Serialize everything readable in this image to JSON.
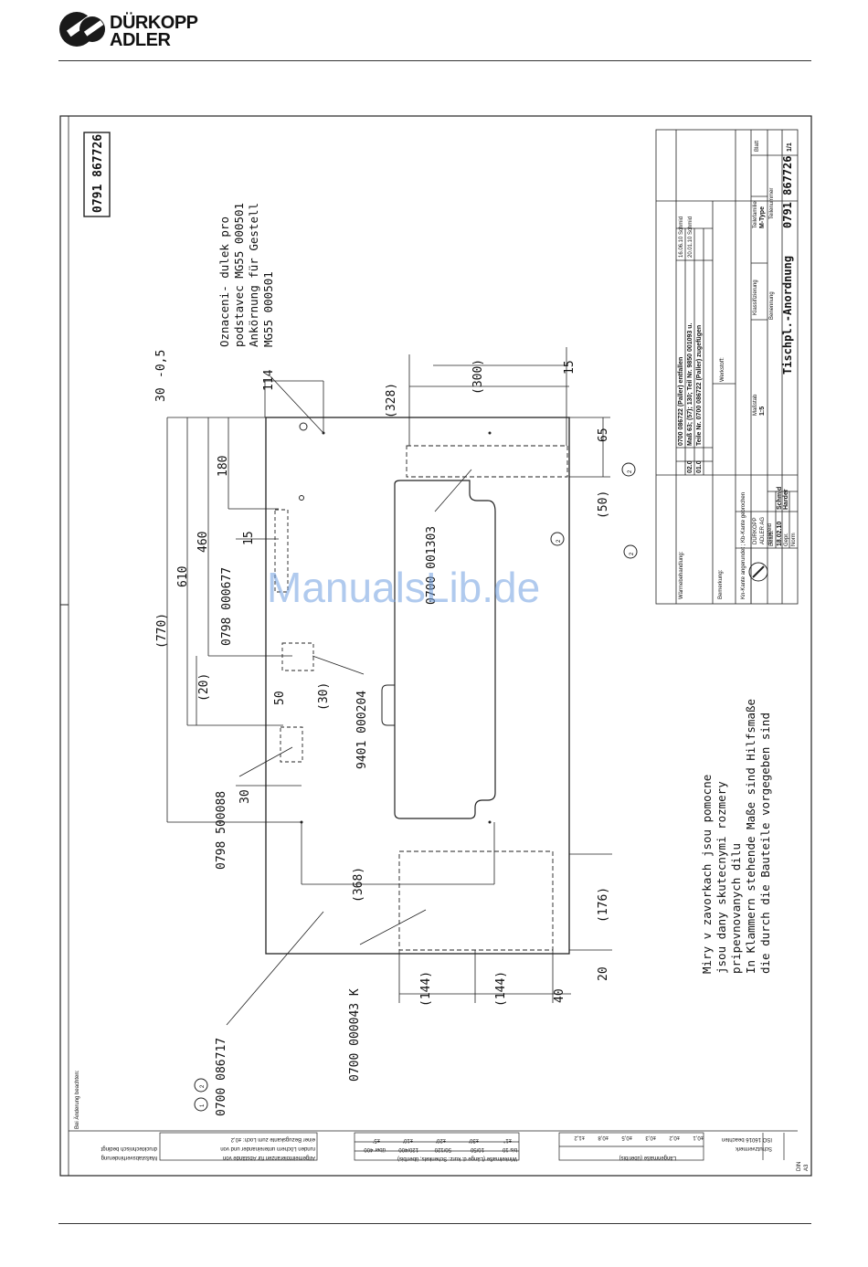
{
  "header": {
    "brand_line1": "DÜRKOPP",
    "brand_line2": "ADLER"
  },
  "watermark": "ManualsLib.de",
  "drawing": {
    "number_box": "0791 867726",
    "note_cz": [
      "Oznaceni- dulek pro",
      "podstavec MG55 000501"
    ],
    "note_de": [
      "Ankörnung für Gestell",
      "MG55 000501"
    ],
    "aux_note": [
      "Miry v zavorkach jsou pomocne",
      "jsou dany skutecnymi rozmery",
      "pripevnovanych dilu",
      "In Klammern stehende Maße sind Hilfsmaße",
      "die durch die Bauteile vorgegeben sind"
    ],
    "bottom_label": "Bei Änderung beachten:",
    "dims": {
      "d30": "30",
      "d30_tol": "-0,5",
      "d114": "114",
      "d328": "(328)",
      "d300": "(300)",
      "d15a": "15",
      "d180": "180",
      "d460": "460",
      "d610": "610",
      "d770": "(770)",
      "d20": "(20)",
      "d15b": "15",
      "d50a": "50",
      "d30b": "(30)",
      "d30c": "30",
      "d65": "65",
      "d50b": "(50)",
      "d368": "(368)",
      "d176": "(176)",
      "d20b": "20",
      "d144a": "(144)",
      "d144b": "(144)",
      "d40": "40"
    },
    "parts": {
      "p1": "0798 000677",
      "p2": "9401 000204",
      "p3": "0798 500088",
      "p4": "0700 086717",
      "p5": "0700 000043 K",
      "p6": "0700 001303"
    },
    "circles": [
      "2",
      "2",
      "2",
      "1",
      "2"
    ]
  },
  "title_block": {
    "changes": [
      "0700 086722 (Paller) entfallen",
      "Maß 63; (57); 130; Teil Nr. 9850 001093 u.",
      "Teile Nr. 0700 086722 (Paller) zugefügen"
    ],
    "change_index": [
      "02.0",
      "01.0"
    ],
    "change_dates": [
      "16.06.10 Schmid",
      "20.01.10 Schmid"
    ],
    "heat_treatment": "Wärmebehandlung:",
    "remark": "Bemerkung:",
    "material": "Werkstoff:",
    "tolerance_note": "Kn-Kante angerundet ; Kb-Kante gebrochen",
    "scale_label": "Maßstab",
    "scale": "1:5",
    "classification": "Klassifizierung",
    "family_label": "Teilefamilie",
    "family": "M-Type",
    "name_label": "Benennung",
    "name": "Tischpl.-Anordnung",
    "part_no_label": "Teilenummer",
    "part_no": "0791 867726",
    "sheet_label": "Blatt",
    "sheet": "1/1",
    "company": [
      "DÜRKOPP",
      "ADLER AG",
      "Bielefeld"
    ],
    "bearb_label": "Bearb.",
    "bearb_date": "18.02.10",
    "bearb_name": "Schmid",
    "gepr_label": "Gepr.",
    "gepr_name": "Harder",
    "norm_label": "Norm",
    "din_label": "DIN",
    "din_size": "A3"
  },
  "bottom_strip": {
    "iso": "ISO 16016 beachten",
    "schutz": "Schutzvermerk",
    "laengen_label": "Längenmaße (über/bis)",
    "laengen_tol": [
      "±0,1",
      "±0,2",
      "±0,3",
      "±0,5",
      "±0,8",
      "±1,2"
    ],
    "winkel_label": "Winkelmaße (Länge d. kurz. Schenkels, über/bis)",
    "winkel_tol": [
      "±1°",
      "±30'",
      "±20'",
      "±10'",
      "±5'"
    ],
    "winkel_ranges": [
      "bis 10",
      "10/50",
      "50/120",
      "120/400",
      "über 400"
    ],
    "allg_label": [
      "Allgemeintoleranzen für Abstände von",
      "runden Löchern untereinander und von",
      "einer Bezugskante zum Loch: ±0,2"
    ],
    "mass_label": [
      "Maßstabsverhinderung",
      "drucktechnisch bedingt"
    ]
  }
}
